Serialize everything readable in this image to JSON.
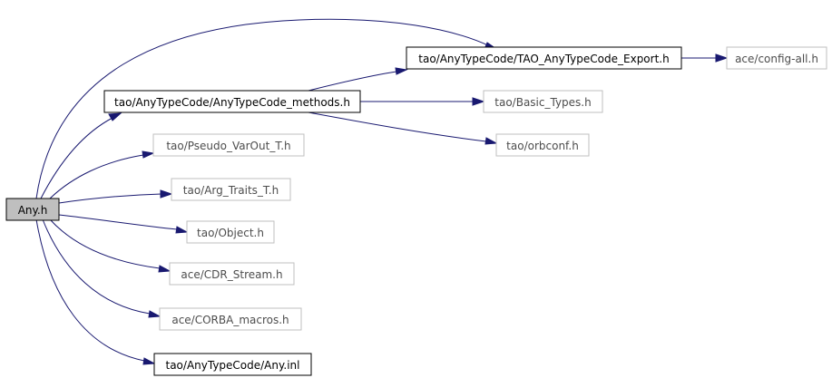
{
  "diagram": {
    "colors": {
      "edge": "#191970",
      "root_fill": "#bfbfbf",
      "box_border": "#000000",
      "missing_border": "#bfbfbf",
      "text": "#000000"
    },
    "nodes": {
      "any_h": {
        "label": "Any.h",
        "style": "root"
      },
      "typecode_export": {
        "label": "tao/AnyTypeCode/TAO_AnyTypeCode_Export.h",
        "style": "documented"
      },
      "config_all": {
        "label": "ace/config-all.h",
        "style": "missing"
      },
      "typecode_methods": {
        "label": "tao/AnyTypeCode/AnyTypeCode_methods.h",
        "style": "documented"
      },
      "basic_types": {
        "label": "tao/Basic_Types.h",
        "style": "missing"
      },
      "orbconf": {
        "label": "tao/orbconf.h",
        "style": "missing"
      },
      "pseudo_varout": {
        "label": "tao/Pseudo_VarOut_T.h",
        "style": "missing"
      },
      "arg_traits": {
        "label": "tao/Arg_Traits_T.h",
        "style": "missing"
      },
      "object_h": {
        "label": "tao/Object.h",
        "style": "missing"
      },
      "cdr_stream": {
        "label": "ace/CDR_Stream.h",
        "style": "missing"
      },
      "corba_macros": {
        "label": "ace/CORBA_macros.h",
        "style": "missing"
      },
      "any_inl": {
        "label": "tao/AnyTypeCode/Any.inl",
        "style": "documented"
      }
    },
    "edges": [
      {
        "from": "any_h",
        "to": "typecode_export"
      },
      {
        "from": "any_h",
        "to": "typecode_methods"
      },
      {
        "from": "any_h",
        "to": "pseudo_varout"
      },
      {
        "from": "any_h",
        "to": "arg_traits"
      },
      {
        "from": "any_h",
        "to": "object_h"
      },
      {
        "from": "any_h",
        "to": "cdr_stream"
      },
      {
        "from": "any_h",
        "to": "corba_macros"
      },
      {
        "from": "any_h",
        "to": "any_inl"
      },
      {
        "from": "typecode_export",
        "to": "config_all"
      },
      {
        "from": "typecode_methods",
        "to": "typecode_export"
      },
      {
        "from": "typecode_methods",
        "to": "basic_types"
      },
      {
        "from": "typecode_methods",
        "to": "orbconf"
      }
    ]
  }
}
